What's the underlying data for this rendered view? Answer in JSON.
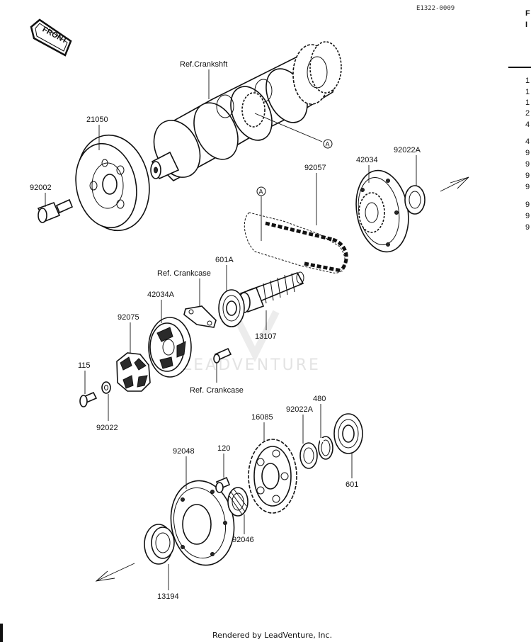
{
  "diagram_code": "E1322-0009",
  "front_badge": "FRONT",
  "watermark": "LEADVENTURE",
  "footer": "Rendered by LeadVenture, Inc.",
  "callout_marker": "A",
  "side_panel_fragments": {
    "header_letters": [
      "F",
      "I"
    ],
    "digits": [
      "1",
      "1",
      "1",
      "2",
      "4",
      "4",
      "9",
      "9",
      "9",
      "9",
      "9",
      "9",
      "9"
    ]
  },
  "labels": {
    "ref_crankshaft": "Ref.Crankshft",
    "p21050": "21050",
    "p92002": "92002",
    "p92057": "92057",
    "p42034": "42034",
    "p92022A_top": "92022A",
    "p601A": "601A",
    "ref_crankcase_top": "Ref. Crankcase",
    "p42034A": "42034A",
    "p92075": "92075",
    "p13107": "13107",
    "p115": "115",
    "ref_crankcase_bottom": "Ref. Crankcase",
    "p92022": "92022",
    "p480": "480",
    "p92022A_mid": "92022A",
    "p16085": "16085",
    "p92048": "92048",
    "p120": "120",
    "p601": "601",
    "p92046": "92046",
    "p13194": "13194"
  }
}
